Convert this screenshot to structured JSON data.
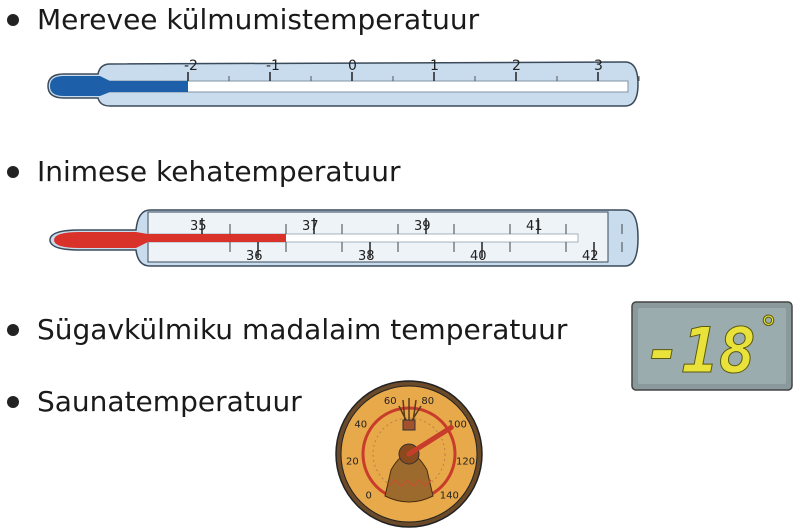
{
  "items": [
    {
      "label": "Merevee külmumistemperatuur"
    },
    {
      "label": "Inimese kehatemperatuur"
    },
    {
      "label": "Sügavkülmiku madalaim temperatuur"
    },
    {
      "label": "Saunatemperatuur"
    }
  ],
  "sea_thermometer": {
    "scale_labels": [
      "-2",
      "-1",
      "0",
      "1",
      "2",
      "3"
    ],
    "reading": -2,
    "fluid_color": "#1d5fa8"
  },
  "body_thermometer": {
    "top_labels": [
      "35",
      "37",
      "39",
      "41"
    ],
    "bottom_labels": [
      "36",
      "38",
      "40",
      "42"
    ],
    "reading": 37,
    "fluid_color": "#d8322a"
  },
  "freezer_display": {
    "value": "-18",
    "unit": "°",
    "digit_color": "#e9e23a",
    "screen_color": "#9aacae"
  },
  "sauna_gauge": {
    "scale_labels": [
      "0",
      "20",
      "40",
      "60",
      "80",
      "100",
      "120",
      "140"
    ],
    "reading": 100,
    "face_color": "#e8a94a"
  },
  "icons": [
    "bullet-icon",
    "thermometer-icon",
    "lcd-display-icon",
    "dial-gauge-icon",
    "sauna-whisk-icon"
  ]
}
